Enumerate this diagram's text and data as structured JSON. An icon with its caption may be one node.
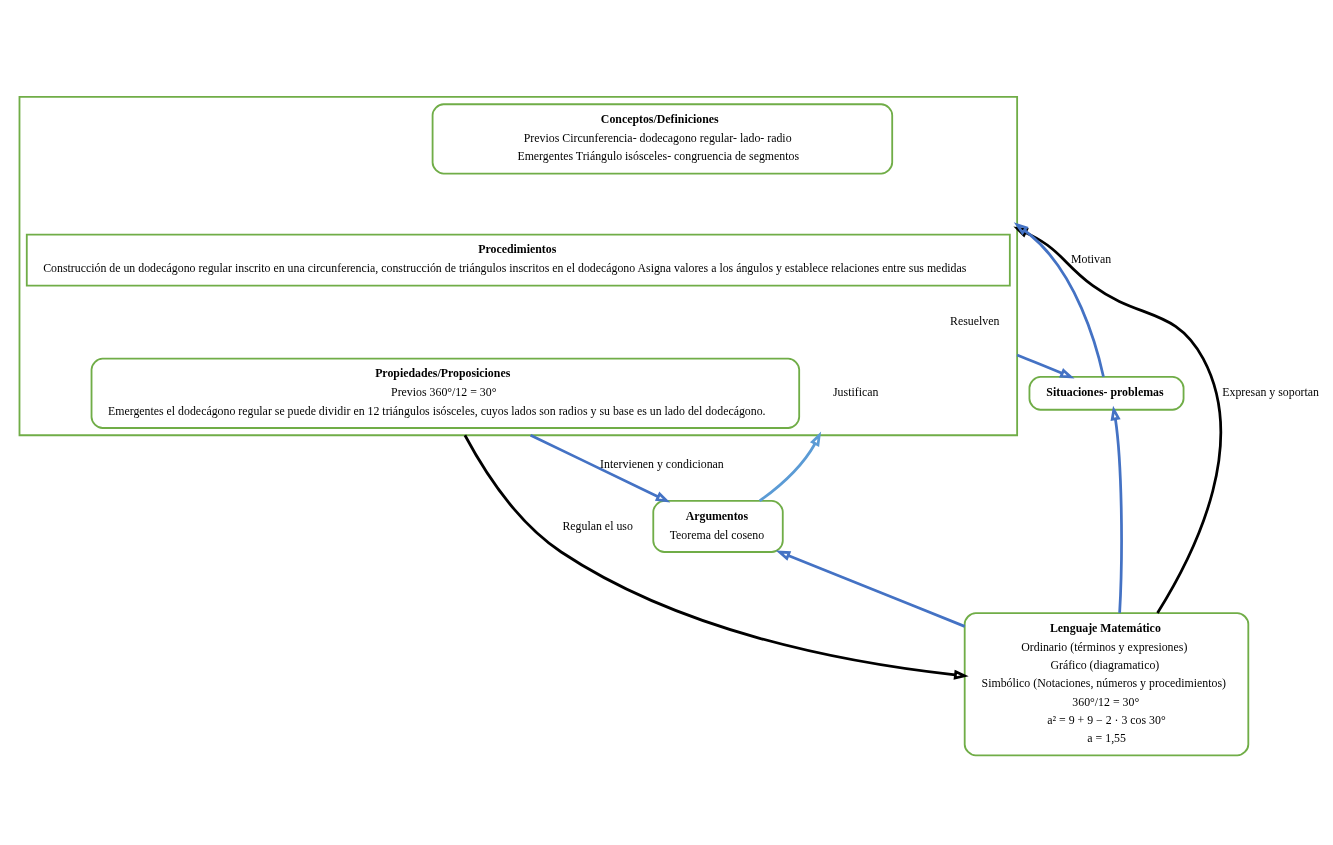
{
  "diagram": {
    "nodes": [
      {
        "text": [
          "Lenguaje Matemático",
          "Ordinario (términos y expresiones)",
          "Gráfico (diagramatico)",
          "Simbólico (Notaciones, números y procedimientos)",
          "360°/12 = 30°",
          "a² = 9 + 9 − 2 · 3 cos 30°",
          "a = 1,55"
        ]
      },
      {
        "text": [
          "Situaciones- problemas"
        ]
      },
      {
        "text": [],
        "shape": "box"
      },
      {
        "text": [
          "Conceptos/Definiciones",
          "Previos Circunferencia- dodecagono regular- lado- radio",
          "Emergentes Triángulo isósceles- congruencia de segmentos"
        ],
        "in": 2
      },
      {
        "text": [
          "Procedimientos",
          "Construcción de un dodecágono regular inscrito en una circunferencia, construcción de triángulos inscritos en el dodecágono Asigna valores a los ángulos y establece relaciones entre sus medidas"
        ],
        "in": 2
      },
      {
        "text": [
          "Propiedades/Proposiciones",
          "Previos 360°/12 = 30°",
          "Emergentes el dodecágono regular se puede dividir en 12 triángulos isósceles, cuyos lados son radios y su base es un lado del dodecágono."
        ],
        "in": 2
      },
      {
        "text": [
          "Argumentos",
          "Teorema del coseno"
        ]
      }
    ],
    "edges": [
      {
        "from": 0,
        "to": 1,
        "arrow": "to"
      },
      {
        "from": 1,
        "to": 2,
        "arrow": "to",
        "label": "Motivan"
      },
      {
        "from": 2,
        "to": 1,
        "arrow": "to",
        "label": "Resuelven"
      },
      {
        "from": 0,
        "to": 2,
        "arrow": "to",
        "label": "Expresan y soportan",
        "color": "#000000"
      },
      {
        "from": 2,
        "to": 0,
        "arrow": "to",
        "label": "Regulan el uso",
        "color": "#000000"
      },
      {
        "from": 2,
        "to": 6,
        "arrow": "to",
        "label": "Intervienen y condicionan"
      },
      {
        "from": 6,
        "to": 2,
        "arrow": "to",
        "label": "Justifican",
        "color": "#5b9bd5"
      },
      {
        "from": 0,
        "to": 6,
        "arrow": "to"
      }
    ]
  }
}
